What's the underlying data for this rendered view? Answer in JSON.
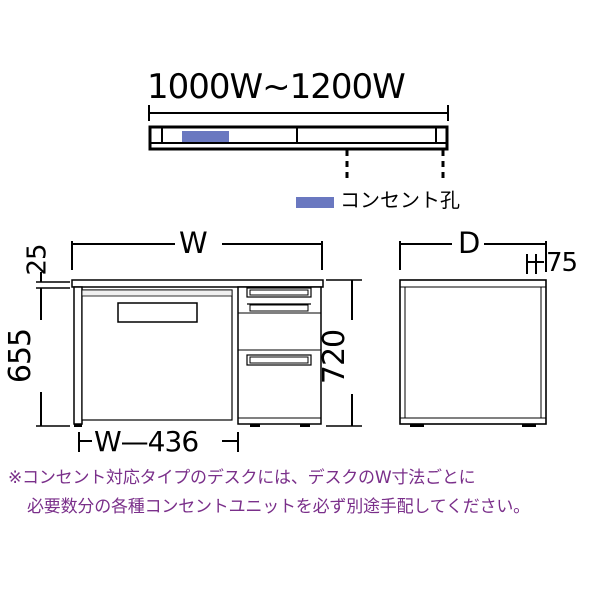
{
  "top_view": {
    "width_range": "1000W~1200W",
    "outlet_color": "#6a78c0"
  },
  "legend": {
    "label": "コンセント孔",
    "swatch_color": "#6a78c0"
  },
  "front_view": {
    "width_label": "W",
    "top_thickness_label": "25",
    "knee_height_label": "655",
    "total_height_label": "720",
    "clear_width_label": "W—436"
  },
  "side_view": {
    "depth_label": "D",
    "back_offset_label": "75"
  },
  "note": {
    "line1": "※コンセント対応タイプのデスクには、デスクのW寸法ごとに",
    "line2": "必要数分の各種コンセントユニットを必ず別途手配してください。"
  }
}
